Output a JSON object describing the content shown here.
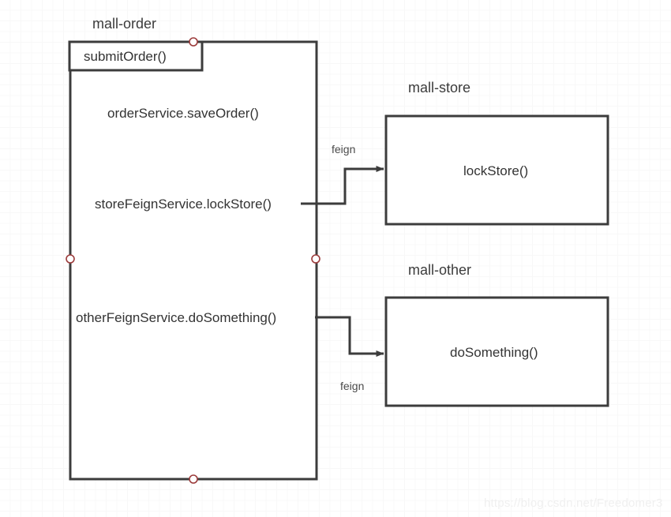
{
  "diagram": {
    "title_labels": {
      "mall_order": "mall-order",
      "mall_store": "mall-store",
      "mall_other": "mall-other"
    },
    "mall_order": {
      "name": "mall-order",
      "entry_method": "submitOrder()",
      "calls": [
        "orderService.saveOrder()",
        "storeFeignService.lockStore()",
        "otherFeignService.doSomething()"
      ]
    },
    "mall_store": {
      "name": "mall-store",
      "method": "lockStore()"
    },
    "mall_other": {
      "name": "mall-other",
      "method": "doSomething()"
    },
    "connectors": [
      {
        "label": "feign",
        "from": "storeFeignService.lockStore()",
        "to": "lockStore()"
      },
      {
        "label": "feign",
        "from": "otherFeignService.doSomething()",
        "to": "doSomething()"
      }
    ],
    "connector_label_top": "feign",
    "connector_label_bottom": "feign",
    "watermark": "https://blog.csdn.net/Freedomer3",
    "colors": {
      "stroke": "#3c3c3c",
      "anchor": "#9c3b3b",
      "text": "#333333",
      "grid": "#f2f2f2",
      "background": "#ffffff"
    }
  }
}
